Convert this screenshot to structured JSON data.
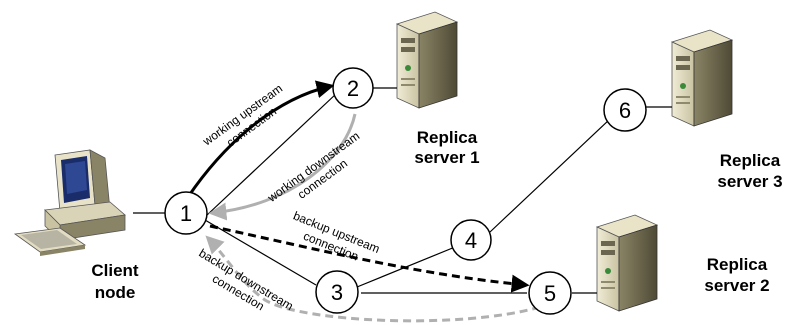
{
  "nodes": [
    {
      "id": "1",
      "label": "1"
    },
    {
      "id": "2",
      "label": "2"
    },
    {
      "id": "3",
      "label": "3"
    },
    {
      "id": "4",
      "label": "4"
    },
    {
      "id": "5",
      "label": "5"
    },
    {
      "id": "6",
      "label": "6"
    }
  ],
  "labels": {
    "client": [
      "Client",
      "node"
    ],
    "replica1": [
      "Replica",
      "server 1"
    ],
    "replica2": [
      "Replica",
      "server 2"
    ],
    "replica3": [
      "Replica",
      "server 3"
    ],
    "working_upstream": [
      "working upstream",
      "connection"
    ],
    "working_downstream": [
      "working downstream",
      "connection"
    ],
    "backup_upstream": [
      "backup upstream",
      "connection"
    ],
    "backup_downstream": [
      "backup downstream",
      "connection"
    ]
  },
  "colors": {
    "line": "#000000",
    "downstream": "#b0b0b0",
    "server_body": "#d9d4b8",
    "server_dark": "#5a5640"
  },
  "icons": [
    "computer-icon",
    "server-icon"
  ]
}
